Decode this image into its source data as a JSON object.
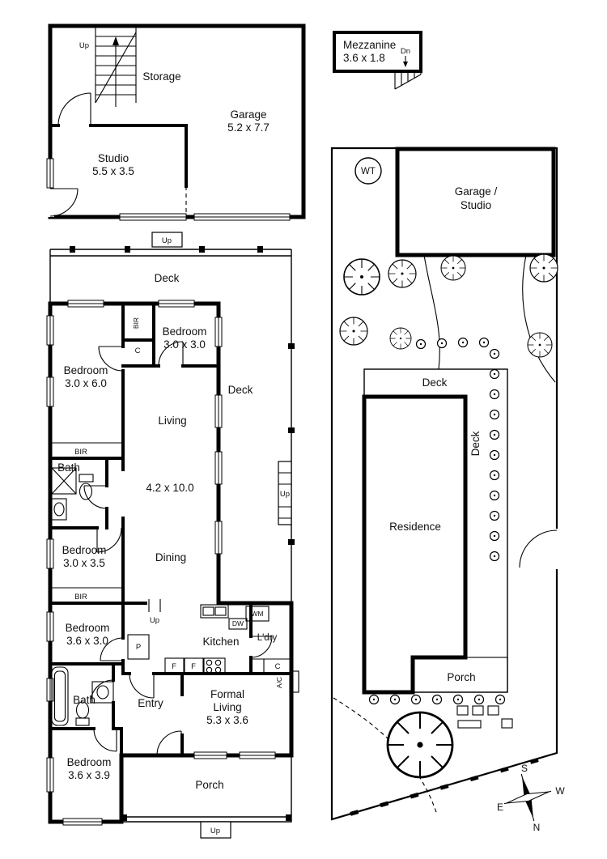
{
  "garage_building": {
    "up": "Up",
    "storage": "Storage",
    "garage_name": "Garage",
    "garage_dim": "5.2 x 7.7",
    "studio_name": "Studio",
    "studio_dim": "5.5 x 3.5"
  },
  "mezzanine": {
    "name": "Mezzanine",
    "dim": "3.6 x 1.8",
    "down": "Dn"
  },
  "main_floor": {
    "up_top": "Up",
    "deck_top": "Deck",
    "bir_top": "BIR",
    "bedroom2_name": "Bedroom",
    "bedroom2_dim": "3.0 x 3.0",
    "closet_top": "C",
    "bedroom1_name": "Bedroom",
    "bedroom1_dim": "3.0 x 6.0",
    "deck_right": "Deck",
    "living": "Living",
    "bir_mid": "BIR",
    "bath1": "Bath",
    "living_dim": "4.2 x 10.0",
    "up_right": "Up",
    "bedroom3_name": "Bedroom",
    "bedroom3_dim": "3.0 x 3.5",
    "dining": "Dining",
    "bir_low": "BIR",
    "bedroom4_name": "Bedroom",
    "bedroom4_dim": "3.6 x 3.0",
    "up_kitchen": "Up",
    "pantry": "P",
    "kitchen": "Kitchen",
    "wm": "WM",
    "dw": "DW",
    "laundry": "L'dry",
    "fridge1": "F",
    "fridge2": "F",
    "closet2": "C",
    "bath2": "Bath",
    "entry": "Entry",
    "formal_line1": "Formal",
    "formal_line2": "Living",
    "formal_dim": "5.3 x 3.6",
    "ac": "A/C",
    "bedroom5_name": "Bedroom",
    "bedroom5_dim": "3.6 x 3.9",
    "porch": "Porch",
    "up_bottom": "Up"
  },
  "site_plan": {
    "water_tank": "WT",
    "garage_line1": "Garage /",
    "garage_line2": "Studio",
    "deck_top": "Deck",
    "deck_side": "Deck",
    "residence": "Residence",
    "porch": "Porch",
    "compass": {
      "n": "N",
      "s": "S",
      "e": "E",
      "w": "W"
    }
  }
}
